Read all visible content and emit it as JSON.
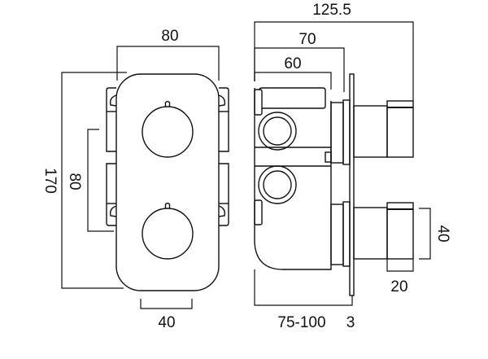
{
  "title": "Thermostatic shower valve dimension drawing",
  "colors": {
    "line": "#111111",
    "background": "#ffffff"
  },
  "front_view": {
    "dims": {
      "plate_width": "80",
      "plate_height": "170",
      "knob_spacing": "80",
      "knob_width": "40"
    }
  },
  "side_view": {
    "dims": {
      "overall_depth": "125.5",
      "plate_depth": "70",
      "body_depth": "60",
      "knob_height": "40",
      "knob_depth": "20",
      "wall_depth": "75-100",
      "plate_thickness": "3"
    }
  }
}
